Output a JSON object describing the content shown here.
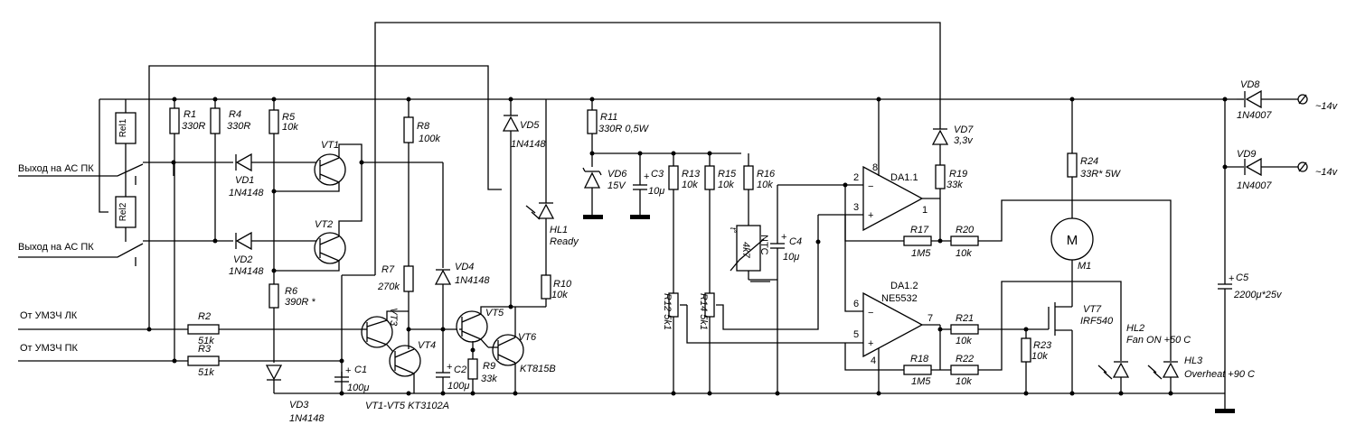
{
  "labels": {
    "out_ac_1": "Выход на АС ПК",
    "out_ac_2": "Выход на АС ПК",
    "from_amp_l": "От УМЗЧ ЛК",
    "from_amp_r": "От УМЗЧ ПК",
    "rel1": "Rel1",
    "rel2": "Rel2",
    "r1": "R1",
    "r1_v": "330R",
    "r4": "R4",
    "r4_v": "330R",
    "r5": "R5",
    "r5_v": "10k",
    "r6": "R6",
    "r6_v": "390R *",
    "r2": "R2",
    "r2_v": "51k",
    "r3": "R3",
    "r3_v": "51k",
    "vt1": "VT1",
    "vt2": "VT2",
    "vd1": "VD1",
    "vd1_v": "1N4148",
    "vd2": "VD2",
    "vd2_v": "1N4148",
    "vd3": "VD3",
    "vd3_v": "1N4148",
    "r7": "R7",
    "r7_v": "270k",
    "vt3": "VT3",
    "vt4": "VT4",
    "c1": "C1",
    "c1_v": "100μ",
    "r8": "R8",
    "r8_v": "100k",
    "vd4": "VD4",
    "vd4_v": "1N4148",
    "c2": "C2",
    "c2_v": "100μ",
    "vt_series": "VT1-VT5 KT3102A",
    "vt5": "VT5",
    "vt6": "VT6",
    "vt6_v": "KT815B",
    "r9": "R9",
    "r9_v": "33k",
    "vd5": "VD5",
    "vd5_v": "1N4148",
    "hl1": "HL1",
    "hl1_v": "Ready",
    "r10": "R10",
    "r10_v": "10k",
    "r11": "R11",
    "r11_v": "330R 0,5W",
    "vd6": "VD6",
    "vd6_v": "15V",
    "c3": "C3",
    "c3_v": "10μ",
    "r13": "R13",
    "r13_v": "10k",
    "r15": "R15",
    "r15_v": "10k",
    "r16": "R16",
    "r16_v": "10k",
    "r12": "R12 5k1",
    "r14": "R14 5k1",
    "ntc": "NTC",
    "ntc_v": "4k7",
    "ntc_t": "t°",
    "c4": "C4",
    "c4_v": "10μ",
    "da11": "DA1.1",
    "da12": "DA1.2",
    "da12_v": "NE5532",
    "pin1": "1",
    "pin2": "2",
    "pin3": "3",
    "pin4": "4",
    "pin5": "5",
    "pin6": "6",
    "pin7": "7",
    "pin8": "8",
    "minus": "−",
    "plus": "+",
    "vd7": "VD7",
    "vd7_v": "3,3v",
    "r19": "R19",
    "r19_v": "33k",
    "r17": "R17",
    "r17_v": "1M5",
    "r20": "R20",
    "r20_v": "10k",
    "r18": "R18",
    "r18_v": "1M5",
    "r21": "R21",
    "r21_v": "10k",
    "r22": "R22",
    "r22_v": "10k",
    "r23": "R23",
    "r23_v": "10k",
    "r24": "R24",
    "r24_v": "33R* 5W",
    "m1": "M1",
    "motor": "M",
    "vt7": "VT7",
    "vt7_v": "IRF540",
    "hl2": "HL2",
    "hl2_v": "Fan ON +50 C",
    "hl3": "HL3",
    "hl3_v": "Overheat +90 C",
    "vd8": "VD8",
    "vd8_v": "1N4007",
    "vd9": "VD9",
    "vd9_v": "1N4007",
    "v_in1": "~14v",
    "v_in2": "~14v",
    "c5": "C5",
    "c5_v": "2200μ*25v",
    "cplus": "+"
  }
}
